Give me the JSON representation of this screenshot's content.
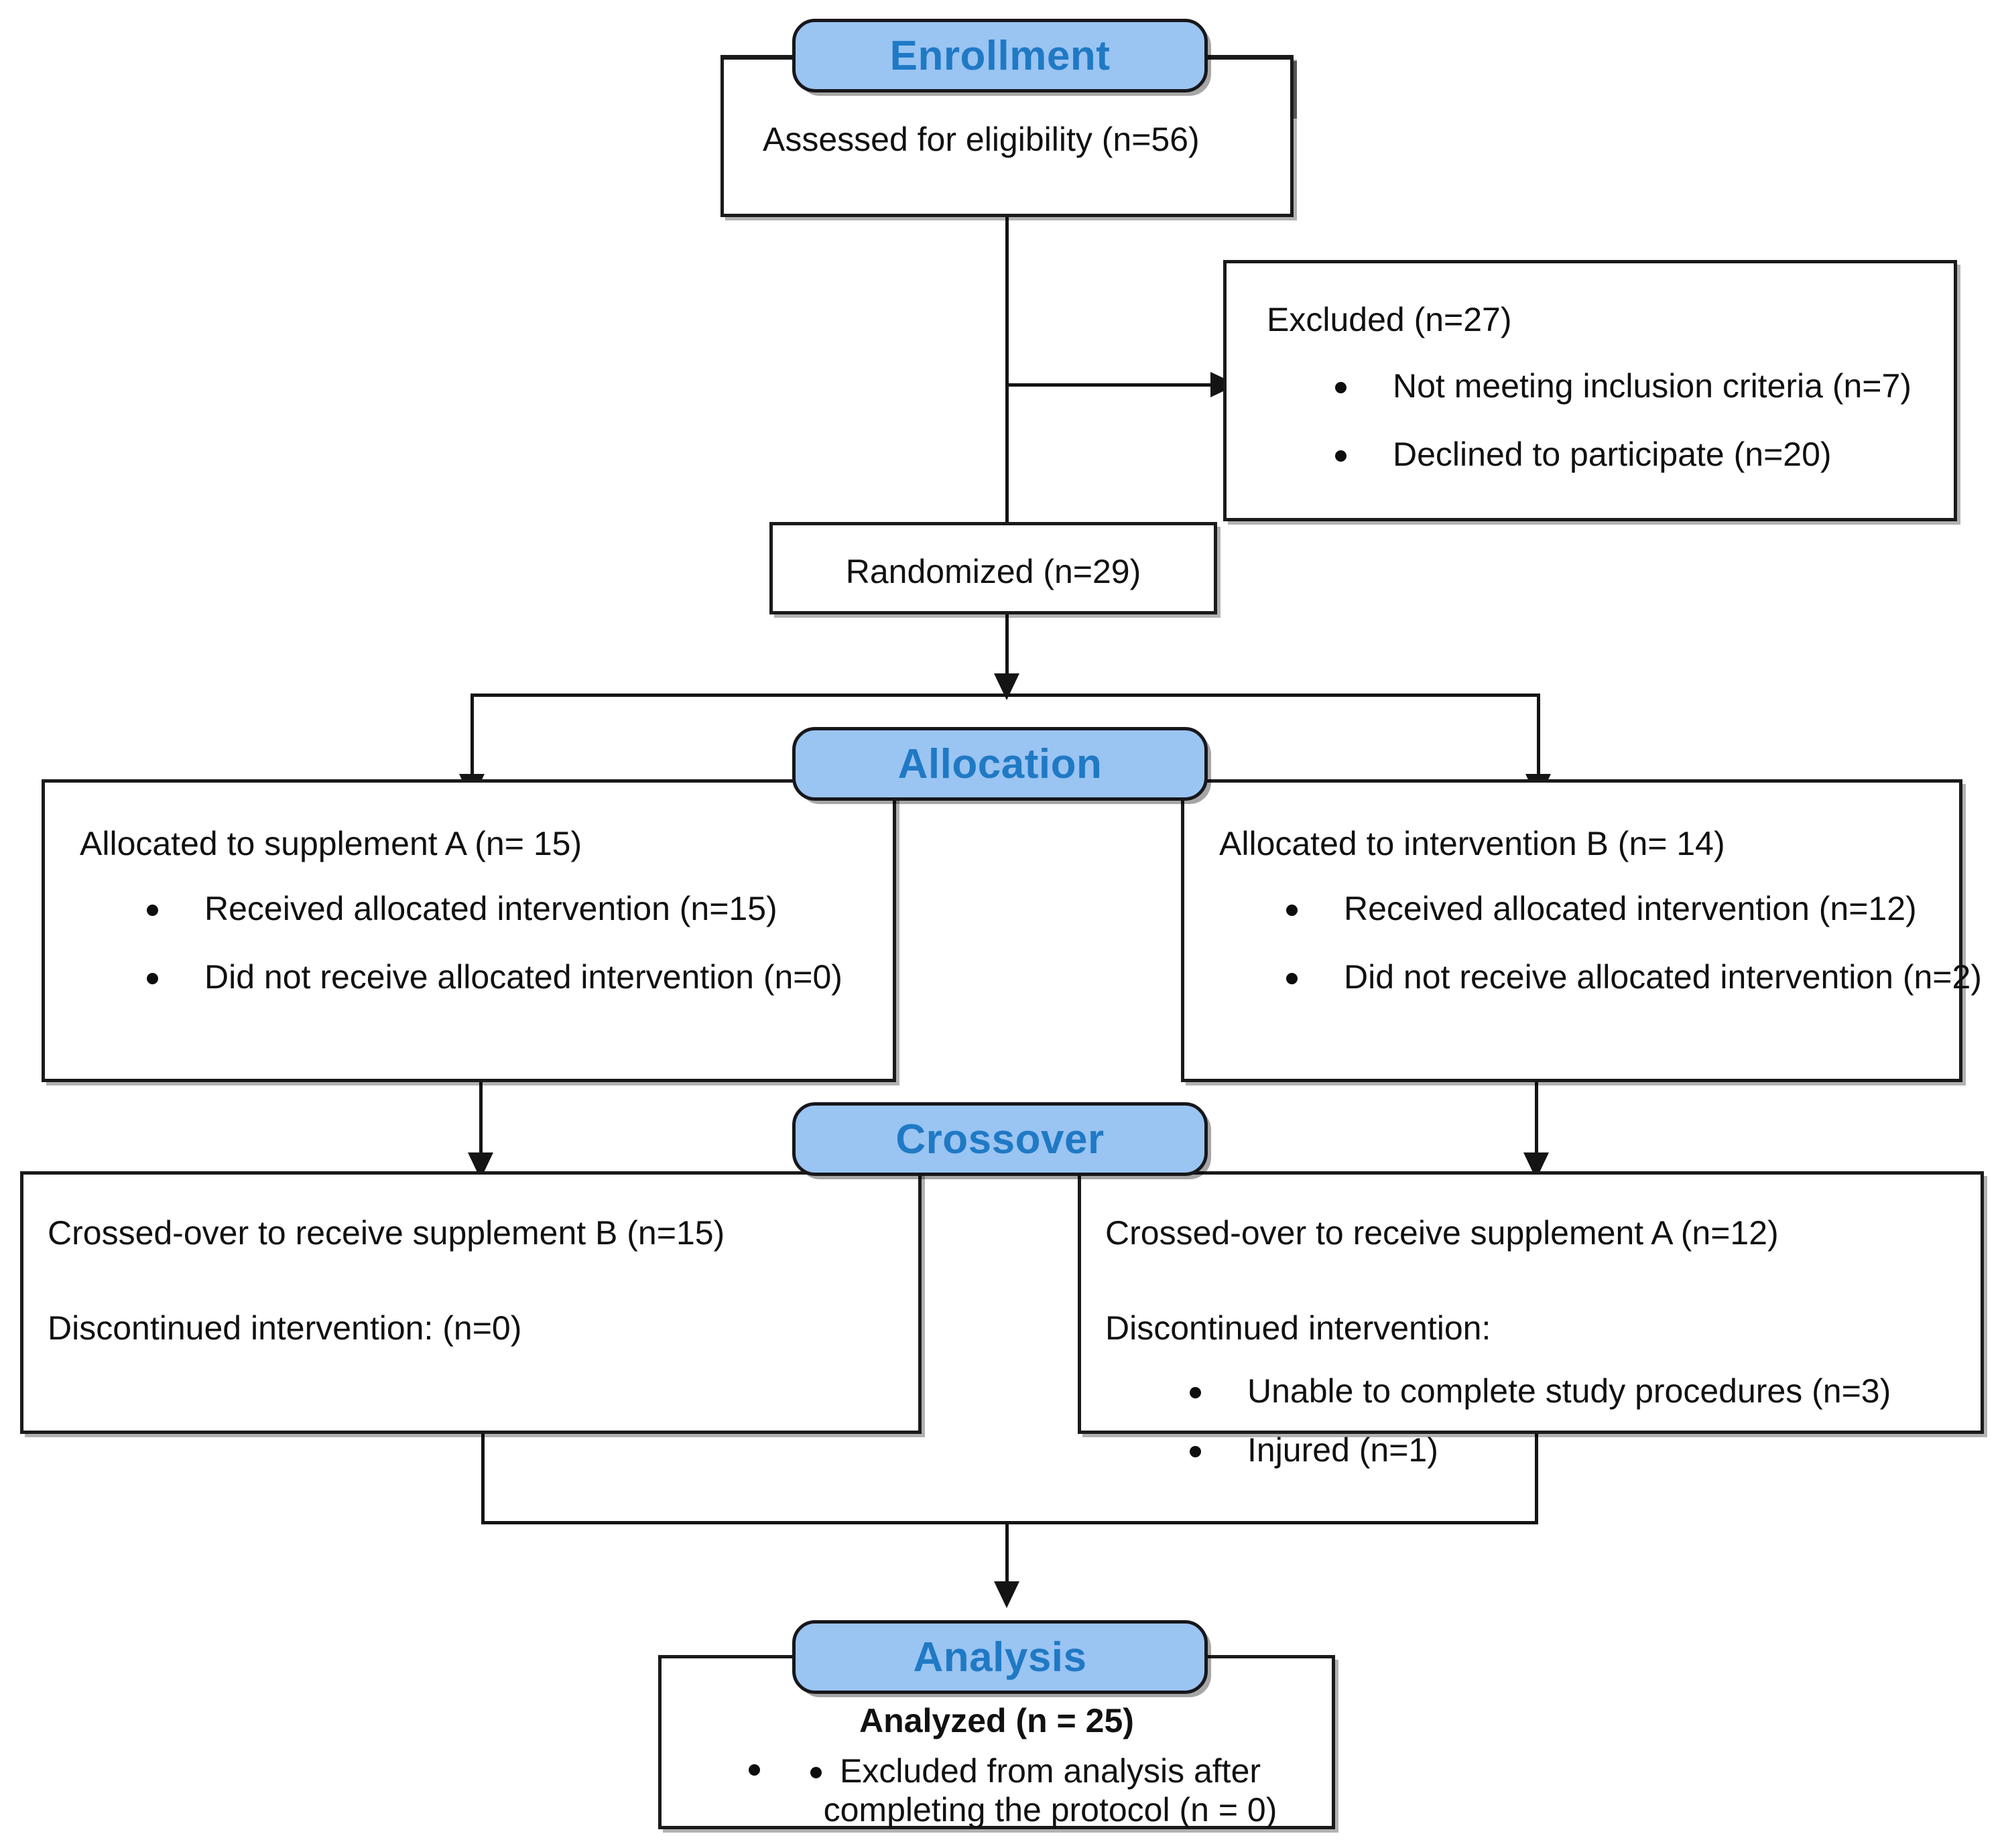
{
  "figure": {
    "type": "consort-flow-diagram",
    "title": "CONSORT participant flow diagram",
    "colors": {
      "banner_fill": "#9ac4f2",
      "banner_text": "#2079c4",
      "banner_border": "#17171b",
      "box_border": "#1a1a1a",
      "connector": "#141414",
      "background": "#ffffff",
      "text": "#111111"
    }
  },
  "stages": {
    "enrollment": "Enrollment",
    "allocation": "Allocation",
    "crossover": "Crossover",
    "analysis": "Analysis"
  },
  "nodes": {
    "assessed": {
      "text": "Assessed for eligibility (n=56)"
    },
    "excluded": {
      "heading": "Excluded (n=27)",
      "bullets": [
        "Not meeting inclusion criteria (n=7)",
        "Declined to participate (n=20)"
      ]
    },
    "randomized": {
      "text": "Randomized (n=29)"
    },
    "alloc_left": {
      "heading": "Allocated to supplement A (n= 15)",
      "bullets": [
        "Received allocated intervention (n=15)",
        "Did not receive allocated intervention (n=0)"
      ]
    },
    "alloc_right": {
      "heading": "Allocated to intervention B (n= 14)",
      "bullets": [
        "Received allocated intervention (n=12)",
        "Did not receive allocated intervention (n=2)"
      ]
    },
    "cross_left": {
      "line1": "Crossed-over to receive supplement B (n=15)",
      "line2": "Discontinued intervention: (n=0)",
      "bullets": []
    },
    "cross_right": {
      "line1": "Crossed-over to receive supplement A (n=12)",
      "line2": "Discontinued intervention:",
      "bullets": [
        "Unable to complete study procedures (n=3)",
        "Injured (n=1)"
      ]
    },
    "analyzed": {
      "heading": "Analyzed (n = 25)",
      "bullets": [
        "Excluded from analysis after completing the protocol (n = 0)"
      ]
    }
  },
  "chart_data": {
    "type": "flow",
    "counts": {
      "assessed_for_eligibility": 56,
      "excluded_total": 27,
      "excluded_not_meeting_criteria": 7,
      "excluded_declined": 20,
      "randomized": 29,
      "allocated_supplement_A": 15,
      "allocated_A_received": 15,
      "allocated_A_not_received": 0,
      "allocated_intervention_B": 14,
      "allocated_B_received": 12,
      "allocated_B_not_received": 2,
      "crossed_over_to_B": 15,
      "crossed_over_B_discontinued": 0,
      "crossed_over_to_A": 12,
      "crossed_over_A_unable_to_complete": 3,
      "crossed_over_A_injured": 1,
      "analyzed": 25,
      "excluded_from_analysis": 0
    }
  }
}
